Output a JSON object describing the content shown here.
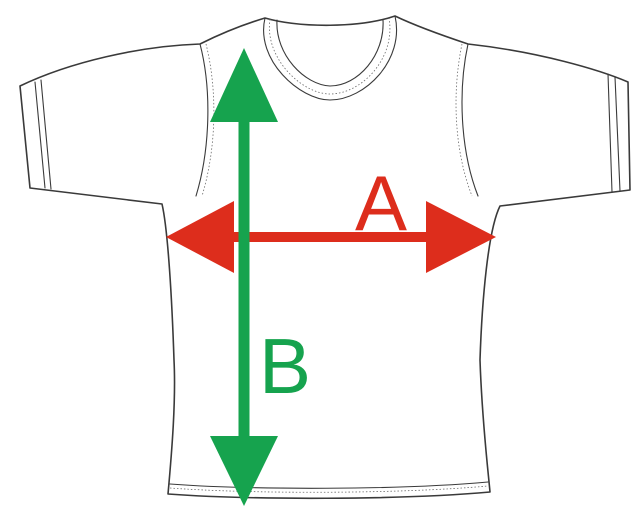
{
  "measurements": [
    {
      "key": "a",
      "label": "A",
      "color": "#dd2d1c"
    },
    {
      "key": "b",
      "label": "B",
      "color": "#16a34e"
    }
  ],
  "garment": "t-shirt",
  "line_color": "#3a3a3a",
  "background": "#ffffff"
}
